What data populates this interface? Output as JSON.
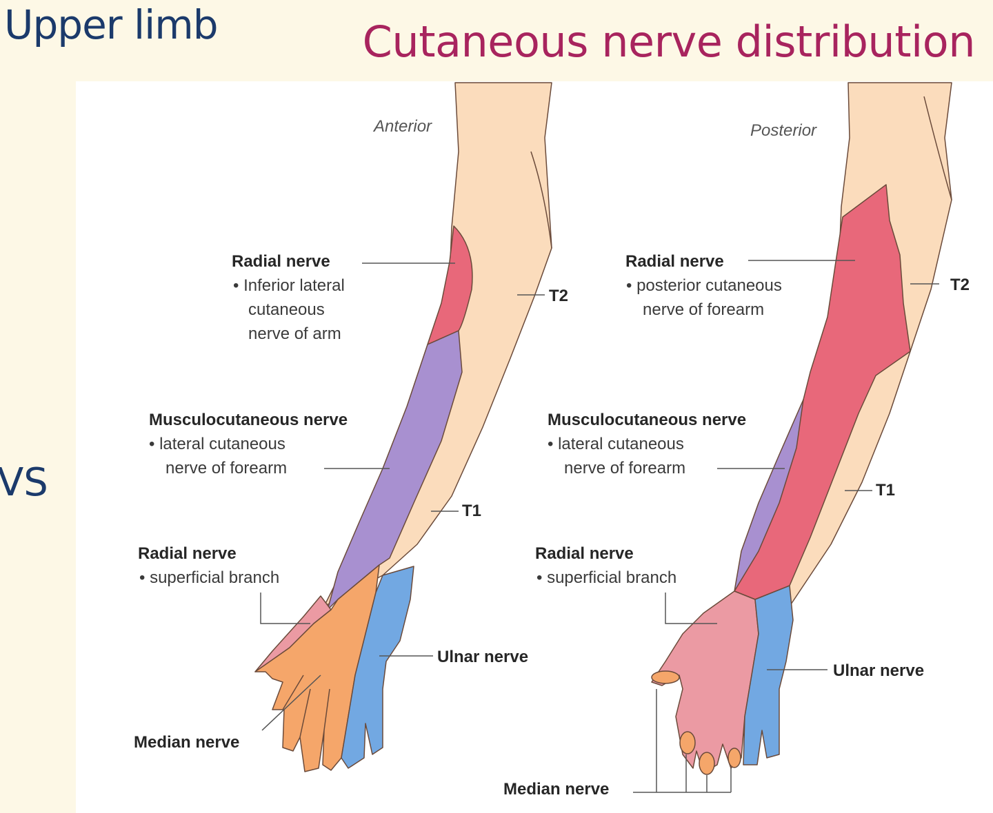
{
  "slide": {
    "title": "Upper limb",
    "subtitle": "Cutaneous nerve distribution",
    "side_text": "VS"
  },
  "anterior": {
    "view_label": "Anterior",
    "radial_upper": {
      "name": "Radial nerve",
      "line1": "• Inferior lateral",
      "line2": "cutaneous",
      "line3": "nerve of arm"
    },
    "musculo": {
      "name": "Musculocutaneous nerve",
      "line1": "• lateral cutaneous",
      "line2": "nerve of forearm"
    },
    "radial_lower": {
      "name": "Radial nerve",
      "line1": "• superficial branch"
    },
    "ulnar": "Ulnar nerve",
    "median": "Median nerve",
    "t2": "T2",
    "t1": "T1"
  },
  "posterior": {
    "view_label": "Posterior",
    "radial_upper": {
      "name": "Radial nerve",
      "line1": "• posterior cutaneous",
      "line2": "nerve of forearm"
    },
    "musculo": {
      "name": "Musculocutaneous nerve",
      "line1": "• lateral cutaneous",
      "line2": "nerve of forearm"
    },
    "radial_lower": {
      "name": "Radial nerve",
      "line1": "• superficial branch"
    },
    "ulnar": "Ulnar nerve",
    "median": "Median nerve",
    "t2": "T2",
    "t1": "T1"
  },
  "colors": {
    "skin": "#fbdcbc",
    "radial": "#e8687a",
    "radial_superficial": "#eb9aa3",
    "musculocutaneous": "#a890d0",
    "median": "#f5a66a",
    "ulnar": "#72a8e2",
    "outline": "#6a4a3a"
  }
}
